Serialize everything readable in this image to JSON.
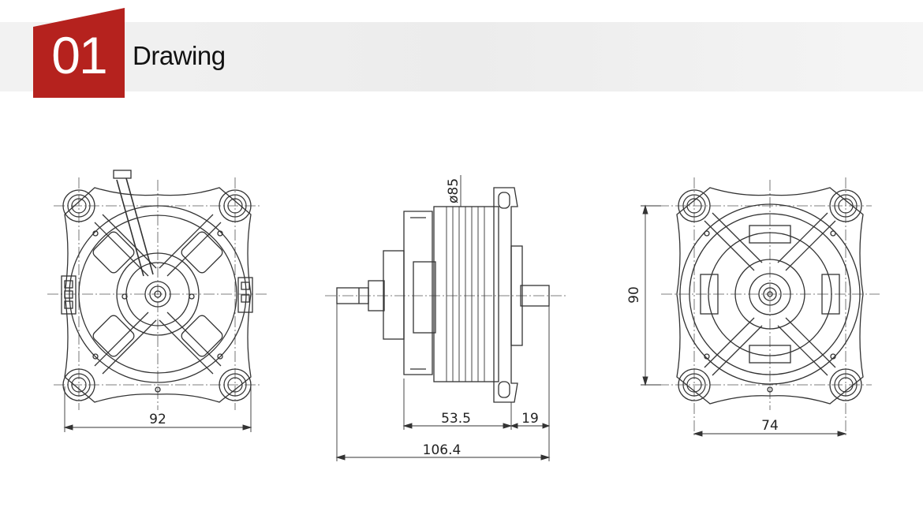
{
  "header": {
    "number": "01",
    "title": "Drawing",
    "accent_color": "#b5221e"
  },
  "dimensions": {
    "front_width": "92",
    "side_stator": "53.5",
    "side_shaft": "19",
    "side_total": "106.4",
    "side_diameter": "ø85",
    "back_height": "90",
    "back_width": "74"
  }
}
